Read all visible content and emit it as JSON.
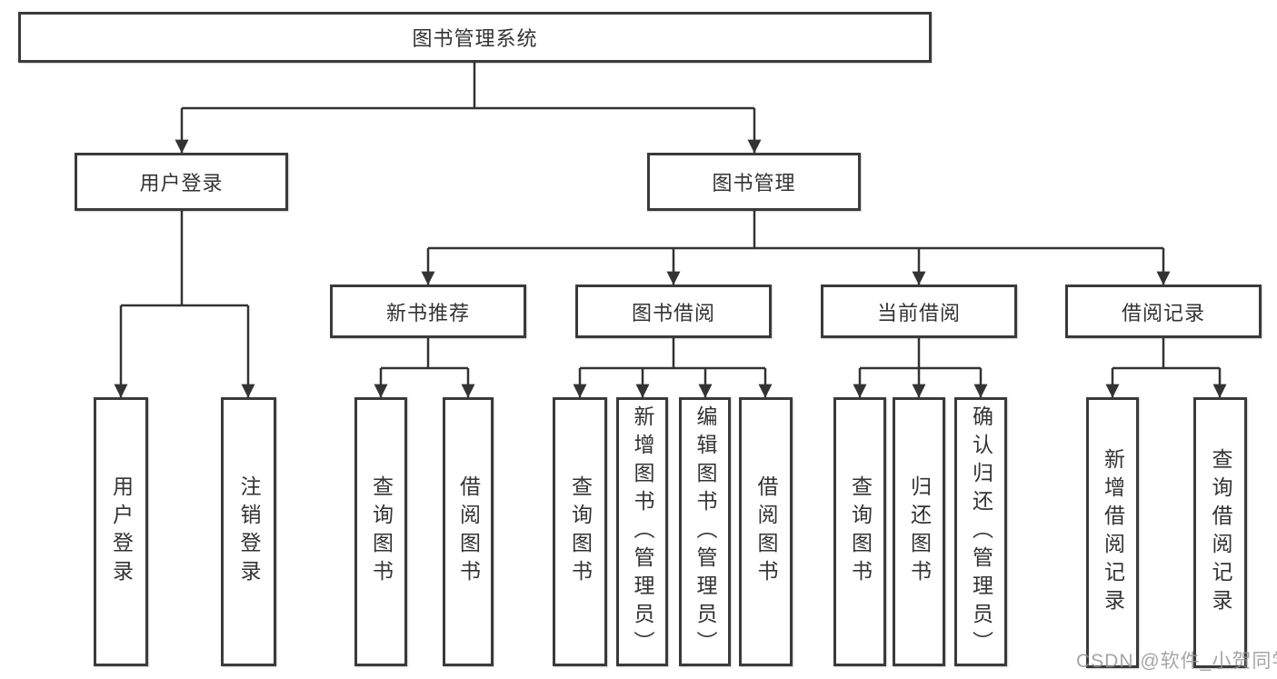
{
  "hierarchy": {
    "label": "图书管理系统",
    "children": [
      {
        "label": "用户登录",
        "children": [
          {
            "label": "用户登录"
          },
          {
            "label": "注销登录"
          }
        ]
      },
      {
        "label": "图书管理",
        "children": [
          {
            "label": "新书推荐",
            "children": [
              {
                "label": "查询图书"
              },
              {
                "label": "借阅图书"
              }
            ]
          },
          {
            "label": "图书借阅",
            "children": [
              {
                "label": "查询图书"
              },
              {
                "label": "新增图书（管理员）"
              },
              {
                "label": "编辑图书（管理员）"
              },
              {
                "label": "借阅图书"
              }
            ]
          },
          {
            "label": "当前借阅",
            "children": [
              {
                "label": "查询图书"
              },
              {
                "label": "归还图书"
              },
              {
                "label": "确认归还（管理员）"
              }
            ]
          },
          {
            "label": "借阅记录",
            "children": [
              {
                "label": "新增借阅记录"
              },
              {
                "label": "查询借阅记录"
              }
            ]
          }
        ]
      }
    ]
  },
  "watermark": {
    "text": "CSDN @软件_小贺同学"
  },
  "colors": {
    "line": "#333333",
    "box_border": "#3a3a3a",
    "text": "#333333",
    "watermark": "#919191",
    "background": "#ffffff"
  }
}
